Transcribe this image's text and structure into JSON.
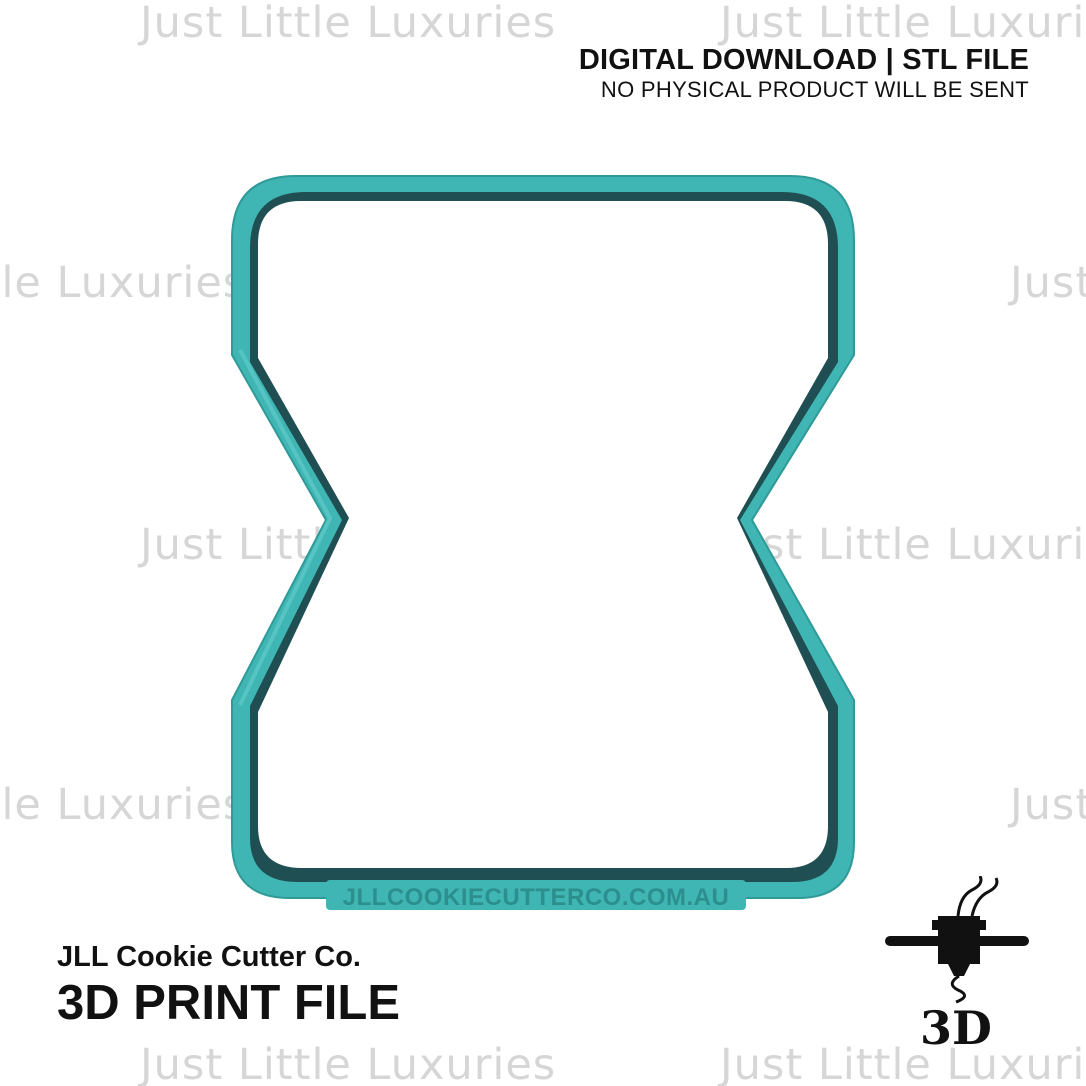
{
  "watermark": {
    "text": "Just Little Luxuries",
    "color": "#d6d6d6"
  },
  "header": {
    "title": "DIGITAL DOWNLOAD | STL FILE",
    "subtitle": "NO PHYSICAL PRODUCT WILL BE SENT"
  },
  "brand": {
    "name": "JLL Cookie Cutter Co.",
    "file_label": "3D PRINT FILE"
  },
  "cutter": {
    "shape": "hourglass-outline",
    "color": "#3fb6b4",
    "shadow_color": "#1f4f52",
    "engraving": "JLLCOOKIECUTTERCO.COM.AU"
  },
  "icon": {
    "name": "3d-printer-nozzle-icon",
    "label": "3D"
  }
}
